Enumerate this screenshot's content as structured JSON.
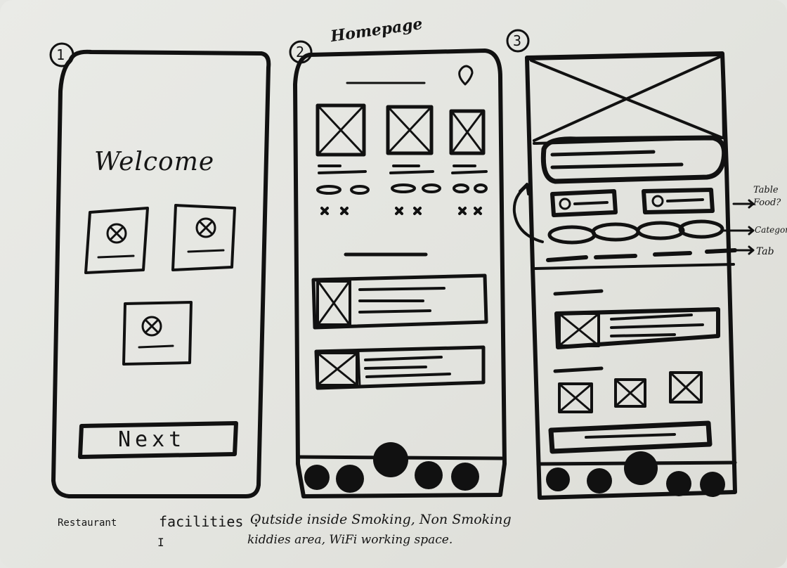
{
  "screens": [
    {
      "number": "1",
      "welcome_title": "Welcome",
      "next_button": "Next"
    },
    {
      "number": "2",
      "title": "Homepage"
    },
    {
      "number": "3",
      "annotations": [
        "Table Food?",
        "Category",
        "Tab"
      ]
    }
  ],
  "notes": {
    "line1_label": "Restaurant",
    "line1_mid": "facilities :",
    "line1_rest": "Outside inside Smoking, Non Smoking",
    "line2_mark": "I",
    "line2_rest": "kiddies area, WiFi working space."
  }
}
